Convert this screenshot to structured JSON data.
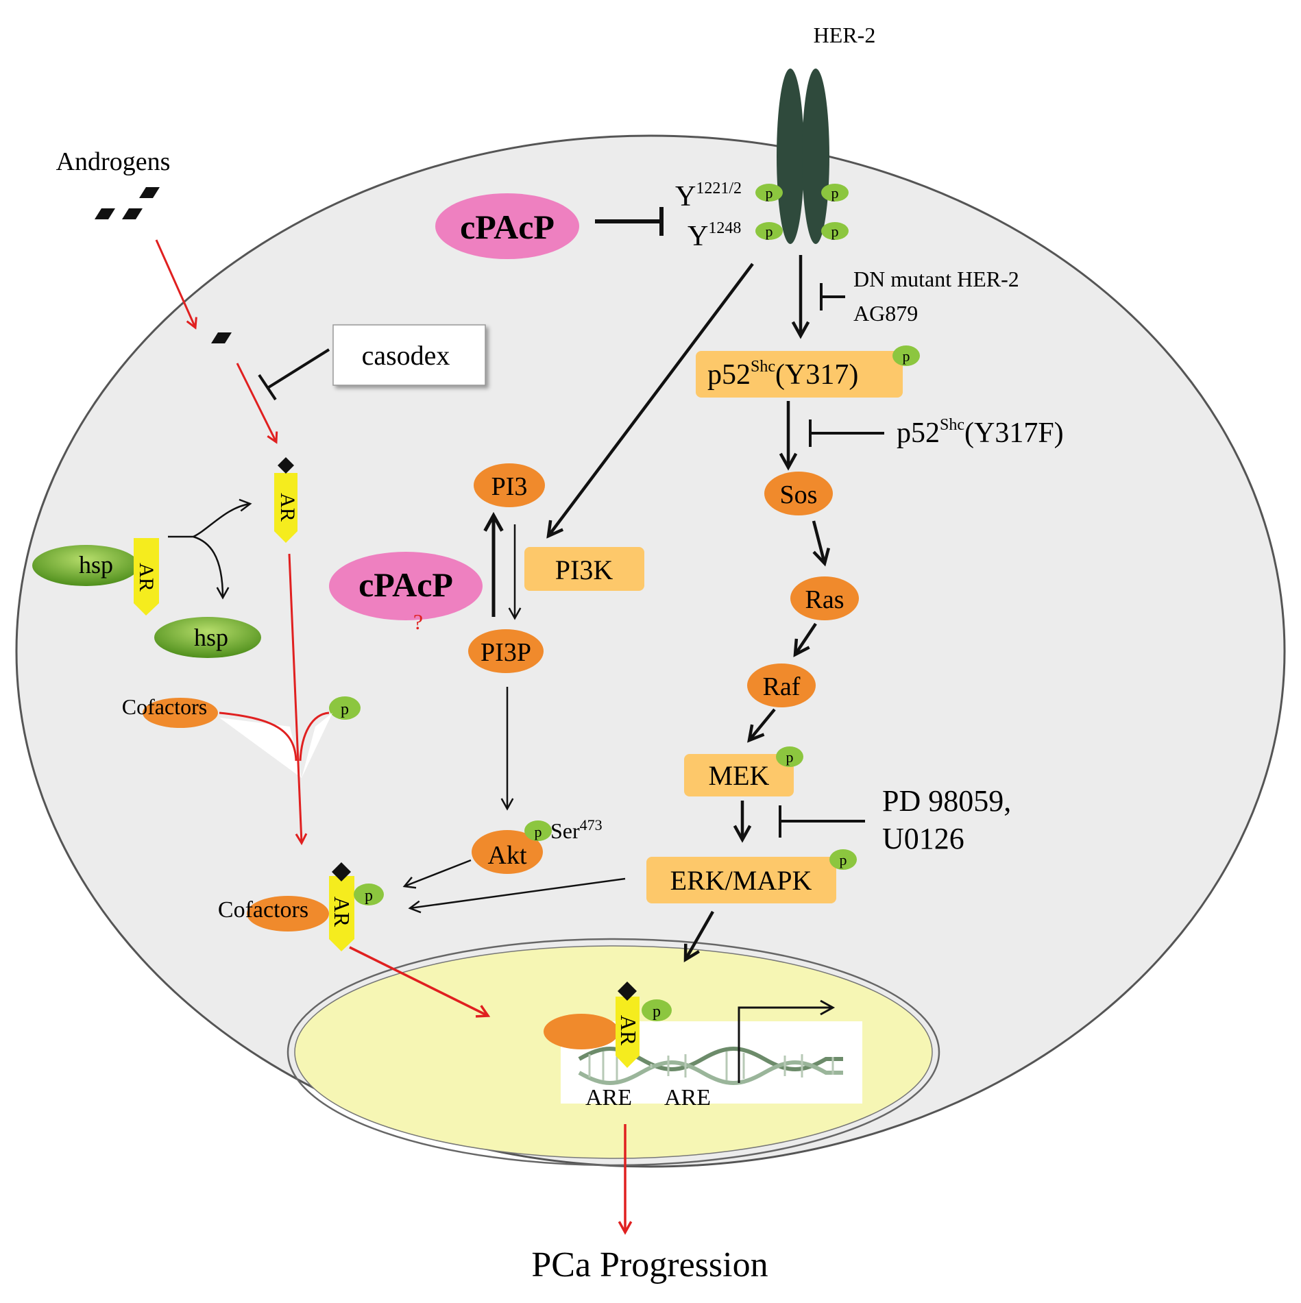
{
  "labels": {
    "her2": "HER-2",
    "androgens": "Androgens",
    "casodex": "casodex",
    "cpacp_top": "cPAcP",
    "cpacp_mid": "cPAcP",
    "question": "?",
    "y1221_base": "Y",
    "y1221_sup": "1221/2",
    "y1248_base": "Y",
    "y1248_sup": "1248",
    "dn_mutant_line1": "DN mutant HER-2",
    "dn_mutant_line2": "AG879",
    "p52_base": "p52",
    "p52_sup": "Shc",
    "p52_tail": "(Y317)",
    "p52f_base": "p52",
    "p52f_sup": "Shc",
    "p52f_tail": "(Y317F)",
    "sos": "Sos",
    "ras": "Ras",
    "raf": "Raf",
    "mek": "MEK",
    "erk": "ERK/MAPK",
    "pd_line1": "PD 98059,",
    "pd_line2": "U0126",
    "pi3": "PI3",
    "pi3k": "PI3K",
    "pi3p": "PI3P",
    "akt": "Akt",
    "ser_base": "Ser",
    "ser_sup": "473",
    "hsp_bound": "hsp",
    "hsp_free": "hsp",
    "ar": "AR",
    "cofactors_top": "Cofactors",
    "cofactors_bottom": "Cofactors",
    "p": "p",
    "are_1": "ARE",
    "are_2": "ARE",
    "pca": "PCa Progression"
  },
  "colors": {
    "cell": "#ececec",
    "nucleus": "#f6f6b4",
    "orange_node": "#f08a2c",
    "box_fill": "#fdc86a",
    "pink": "#ee80c0",
    "phospho": "#8cc63f",
    "receptor": "#2f4a3c",
    "ar_yellow": "#f5ec1e",
    "hsp_green": "#6fae2c",
    "red_arrow": "#e02020"
  }
}
